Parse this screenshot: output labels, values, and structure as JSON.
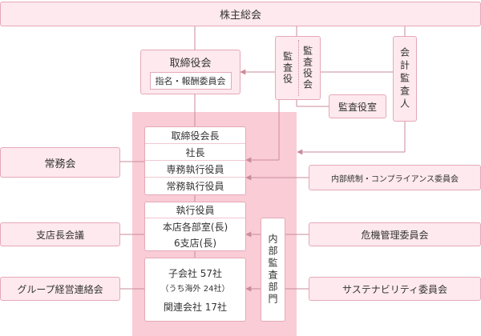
{
  "shareholders_meeting": "株主総会",
  "board": {
    "title": "取締役会",
    "sub": "指名・報酬委員会"
  },
  "auditors": {
    "left": "監査役",
    "right": "監査役会"
  },
  "audit_office": "監査役室",
  "accounting_auditor": "会計監査人",
  "executive_committee": "常務会",
  "executive_block": [
    "取締役会長",
    "社長",
    "専務執行役員",
    "常務執行役員"
  ],
  "officers_block": [
    "執行役員",
    "本店各部室(長)",
    "6支店(長)"
  ],
  "subsidiaries": {
    "line1": "子会社 57社",
    "line2": "（うち海外 24社）",
    "line3": "関連会社 17社"
  },
  "internal_audit": "内部監査部門",
  "branch_managers_meeting": "支店長会議",
  "group_liaison_meeting": "グループ経営連絡会",
  "compliance_committee": "内部統制・コンプライアンス委員会",
  "risk_committee": "危機管理委員会",
  "sustainability_committee": "サステナビリティ委員会"
}
